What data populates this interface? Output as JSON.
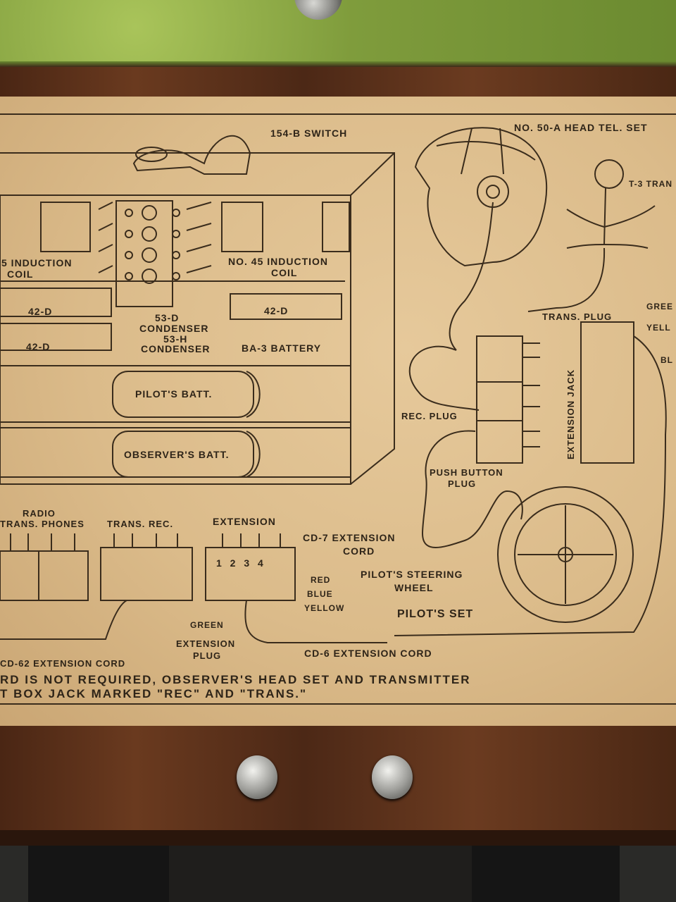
{
  "diagram": {
    "title": "SCR. 57-A INTERPHONE SET",
    "labels": {
      "switch": "154-B SWITCH",
      "head_tel": "NO. 50-A HEAD TEL. SET",
      "t3": "T-3 TRAN",
      "induction_left_1": "5 INDUCTION",
      "induction_left_2": "COIL",
      "induction_right_1": "NO. 45 INDUCTION",
      "induction_right_2": "COIL",
      "cap_42d_a": "42-D",
      "cap_42d_b": "42-D",
      "cap_42d_c": "42-D",
      "cond_53d_1": "53-D",
      "cond_53d_2": "CONDENSER",
      "cond_53h_1": "53-H",
      "cond_53h_2": "CONDENSER",
      "battery": "BA-3 BATTERY",
      "pilot_batt": "PILOT'S BATT.",
      "observer_batt": "OBSERVER'S BATT.",
      "trans_plug": "TRANS. PLUG",
      "rec_plug": "REC. PLUG",
      "push_button_1": "PUSH BUTTON",
      "push_button_2": "PLUG",
      "extension_jack": "EXTENSION JACK",
      "green_r": "GREE",
      "yellow_r": "YELL",
      "blue_r": "BL",
      "radio": "RADIO",
      "trans_phones": "TRANS. PHONES",
      "trans_rec": "TRANS. REC.",
      "extension": "EXTENSION",
      "pins": "1 2 3 4",
      "cd7_1": "CD-7 EXTENSION",
      "cd7_2": "CORD",
      "steering_1": "PILOT'S STEERING",
      "steering_2": "WHEEL",
      "pilots_set": "PILOT'S SET",
      "red": "RED",
      "blue": "BLUE",
      "yellow": "YELLOW",
      "green": "GREEN",
      "ext_plug_1": "EXTENSION",
      "ext_plug_2": "PLUG",
      "cd62": "CD-62 EXTENSION CORD",
      "cd6": "CD-6 EXTENSION CORD",
      "note_1": "RD IS NOT REQUIRED, OBSERVER'S HEAD SET AND TRANSMITTER",
      "note_2": "T BOX JACK MARKED \"REC\" AND \"TRANS.\""
    }
  }
}
